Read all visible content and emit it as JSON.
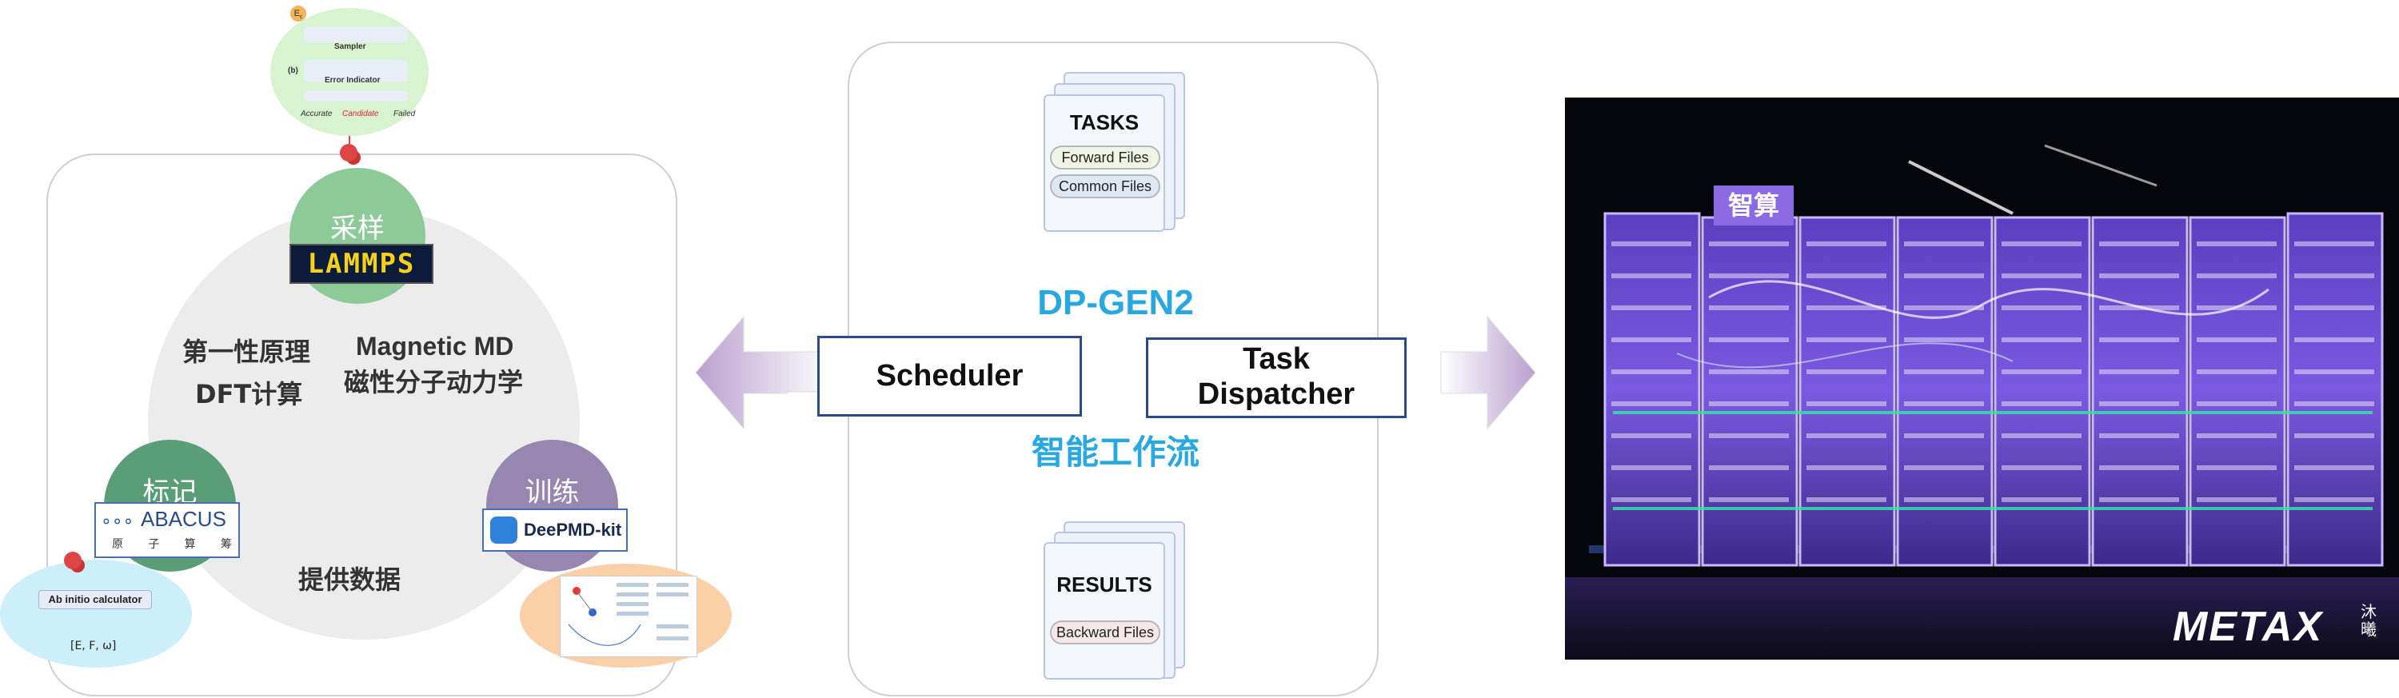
{
  "left_panel": {
    "nodes": {
      "sampling": "采样",
      "labeling": "标记",
      "training": "训练"
    },
    "logos": {
      "lammps": "LAMMPS",
      "abacus": "ABACUS",
      "abacus_sub": [
        "原",
        "子",
        "算",
        "筹"
      ],
      "deepmd": "DeePMD-kit"
    },
    "labels": {
      "dft_line1": "第一性原理",
      "dft_line2": "DFT计算",
      "mmd_line1": "Magnetic MD",
      "mmd_line2": "磁性分子动力学",
      "provide": "提供数据"
    },
    "sampler_inset": {
      "e_symbol": "E",
      "e_sub": "c",
      "sampler": "Sampler",
      "panel_b": "(b)",
      "error_indicator": "Error Indicator",
      "accurate": "Accurate",
      "candidate": "Candidate",
      "failed": "Failed"
    },
    "calc_inset": {
      "title": "Ab initio calculator",
      "output": "[E, F, ω]"
    }
  },
  "middle_panel": {
    "tasks_title": "TASKS",
    "forward_files": "Forward Files",
    "common_files": "Common Files",
    "workflow_title": "DP-GEN2",
    "workflow_subtitle": "智能工作流",
    "scheduler": "Scheduler",
    "dispatcher_line1": "Task",
    "dispatcher_line2": "Dispatcher",
    "results_title": "RESULTS",
    "backward_files": "Backward Files"
  },
  "photo": {
    "sign": "智算",
    "brand": "METAX",
    "brand_cn": [
      "沐",
      "曦"
    ]
  },
  "colors": {
    "sampling_green": "#8ec99a",
    "labeling_green": "#5a9e78",
    "training_purple": "#9686b0",
    "accent_blue": "#29a8e0",
    "box_border": "#2b4a8b"
  }
}
